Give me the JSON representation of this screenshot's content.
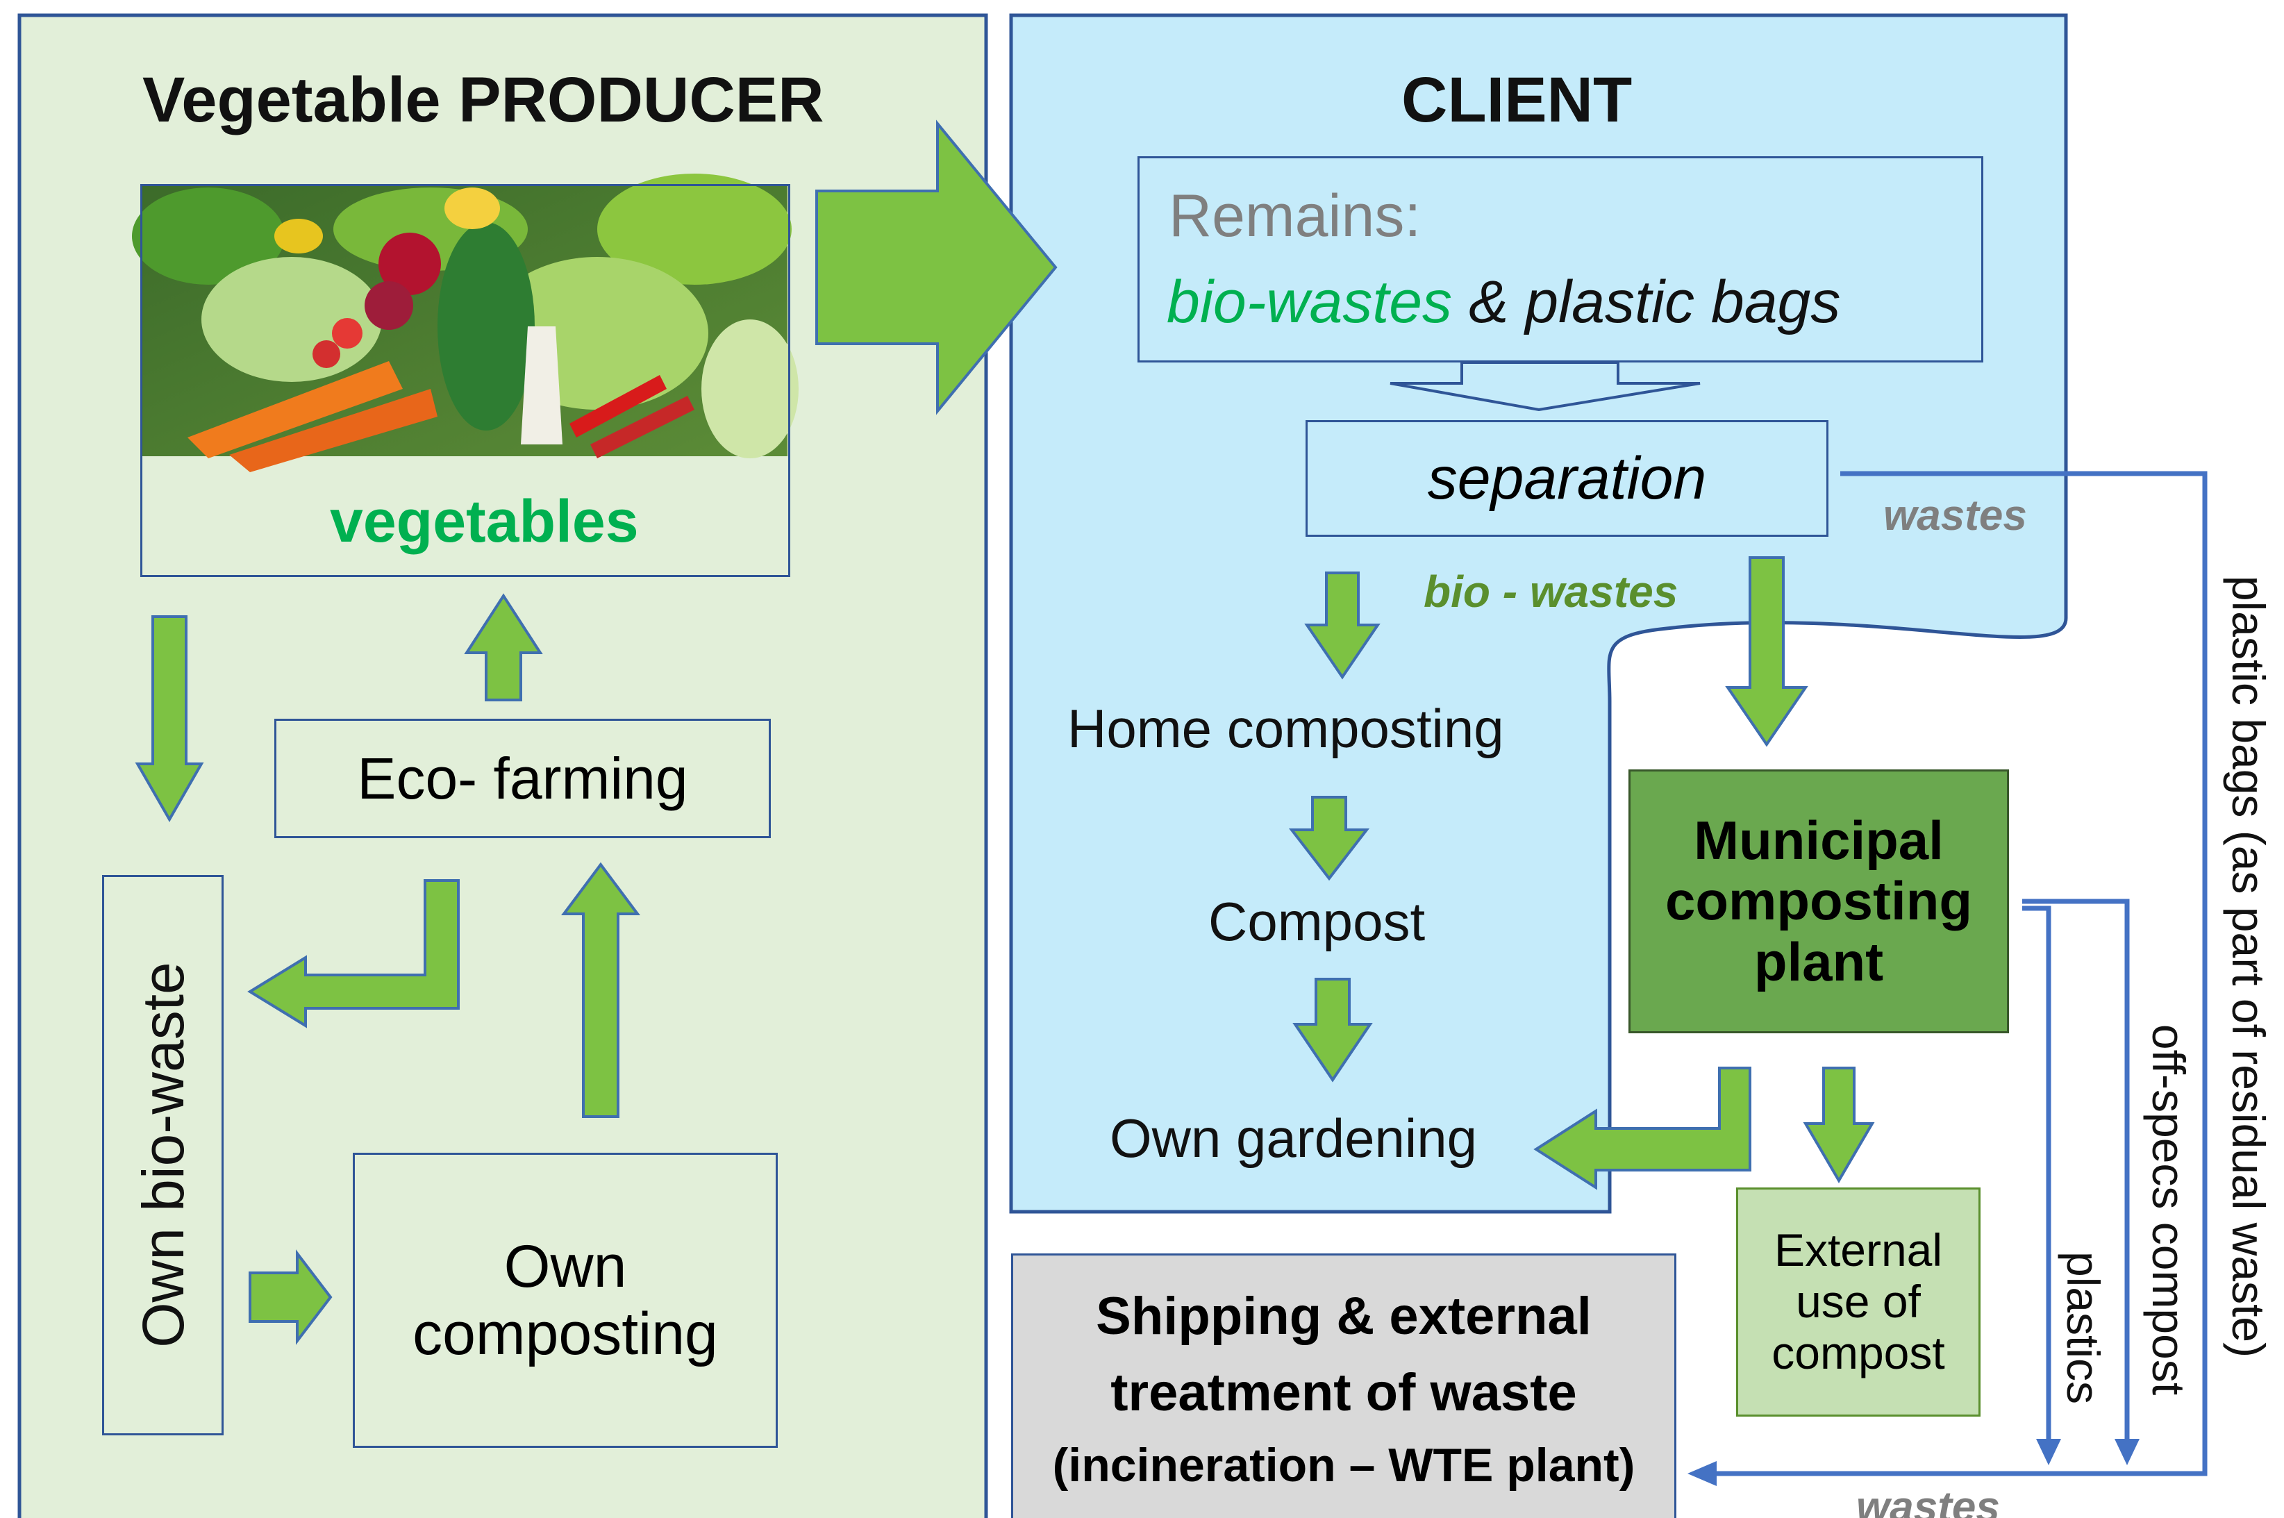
{
  "producer": {
    "title": "Vegetable PRODUCER",
    "vegetables_label": "vegetables",
    "eco_farming": "Eco- farming",
    "own_bio_waste": "Own bio-waste",
    "own_composting": [
      "Own",
      "composting"
    ]
  },
  "client": {
    "title": "CLIENT",
    "remains_label": "Remains:",
    "remains_bio": "bio-wastes",
    "remains_rest": " & plastic bags",
    "separation": "separation",
    "bio_wastes_label": "bio - wastes",
    "home_composting": "Home composting",
    "compost": "Compost",
    "own_gardening": "Own gardening"
  },
  "municipal": {
    "label": [
      "Municipal",
      "composting",
      "plant"
    ]
  },
  "external_compost": {
    "label": [
      "External",
      "use of",
      "compost"
    ]
  },
  "shipping": {
    "line1": "Shipping & external",
    "line2": "treatment of waste",
    "line3": "(incineration – WTE plant)"
  },
  "flows": {
    "wastes_top": "wastes",
    "wastes_bottom": "wastes",
    "plastic_bags": "plastic bags (as part of residual waste)",
    "off_specs": "off-specs compost",
    "plastics": "plastics"
  },
  "colors": {
    "producer_bg": "#e2efd9",
    "client_bg": "#c5ebfa",
    "arrow_green": "#7dc243",
    "arrow_outline": "#3f6fb0",
    "municipal_bg": "#6aa84f",
    "external_bg": "#c5e0b3",
    "shipping_bg": "#d9d9d9",
    "bio_green": "#00b050",
    "gray_text": "#7f7f7f",
    "label_green": "#5a8f2d",
    "blue_line": "#4472c4"
  },
  "icons": [
    "vegetables-photo"
  ]
}
